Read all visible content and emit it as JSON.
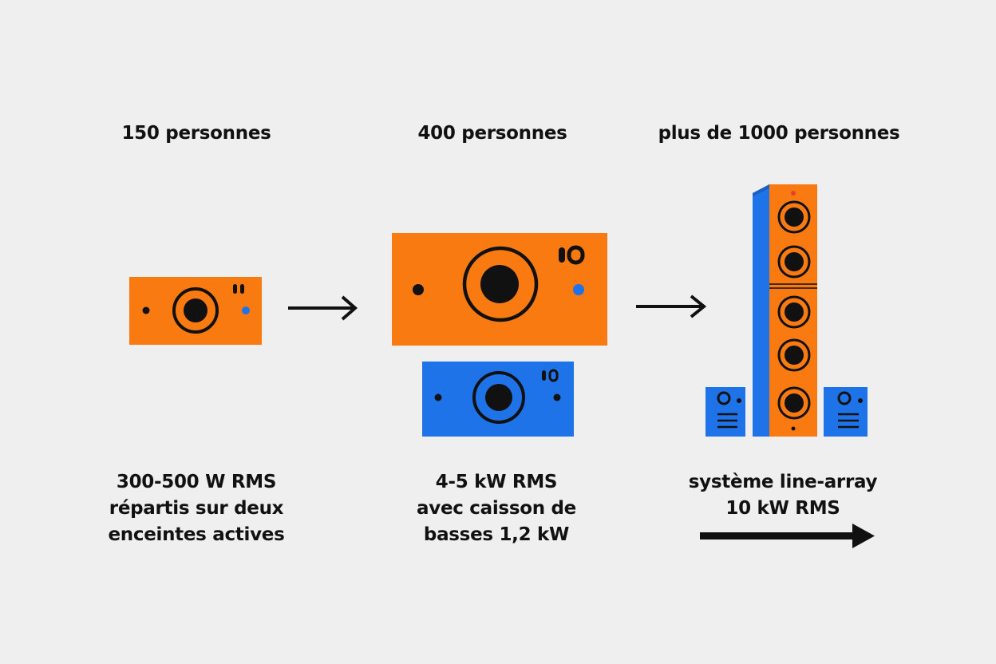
{
  "tiers": [
    {
      "audience": "150 personnes",
      "description": [
        "300-500 W RMS",
        "répartis sur deux",
        "enceintes actives"
      ]
    },
    {
      "audience": "400 personnes",
      "description": [
        "4-5 kW RMS",
        "avec caisson de",
        "basses 1,2 kW"
      ]
    },
    {
      "audience": "plus de 1000 personnes",
      "description": [
        "système line-array",
        "10 kW RMS"
      ]
    }
  ],
  "colors": {
    "background": "#efefef",
    "orange": "#f97a10",
    "blue": "#1f73e8",
    "blue_dark": "#1a5fc4",
    "ink": "#111111",
    "red_led": "#e0432a"
  }
}
